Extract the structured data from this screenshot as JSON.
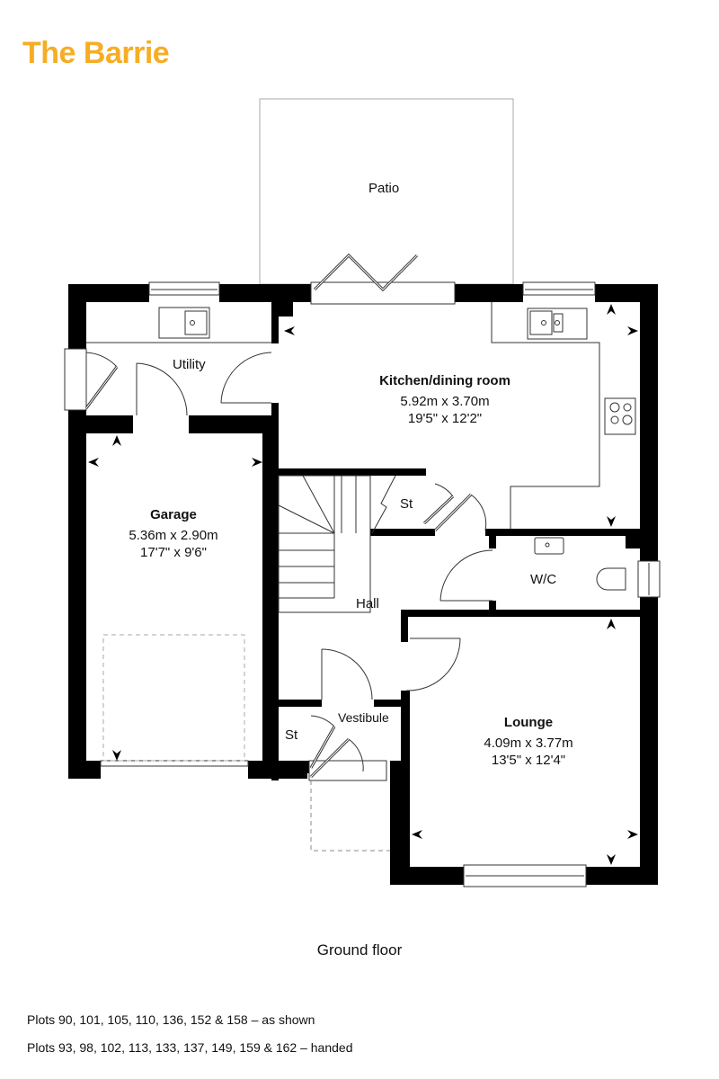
{
  "header": {
    "title": "The Barrie",
    "title_color": "#f6ad25"
  },
  "plan": {
    "floor_label": "Ground floor",
    "wall_color": "#000000",
    "outdoor": {
      "patio": "Patio"
    },
    "rooms": {
      "kitchen": {
        "name": "Kitchen/dining room",
        "metric": "5.92m x 3.70m",
        "imperial": "19'5\" x 12'2\""
      },
      "garage": {
        "name": "Garage",
        "metric": "5.36m x 2.90m",
        "imperial": "17'7\" x 9'6\""
      },
      "lounge": {
        "name": "Lounge",
        "metric": "4.09m x 3.77m",
        "imperial": "13'5\" x 12'4\""
      },
      "utility": {
        "name": "Utility"
      },
      "hall": {
        "name": "Hall"
      },
      "wc": {
        "name": "W/C"
      },
      "vestibule": {
        "name": "Vestibule"
      },
      "store_stairs": {
        "name": "St"
      },
      "store_vestibule": {
        "name": "St"
      }
    }
  },
  "notes": {
    "as_shown": "Plots 90, 101, 105, 110, 136, 152 & 158 – as shown",
    "handed": "Plots 93, 98, 102, 113, 133, 137, 149, 159 & 162 – handed"
  }
}
